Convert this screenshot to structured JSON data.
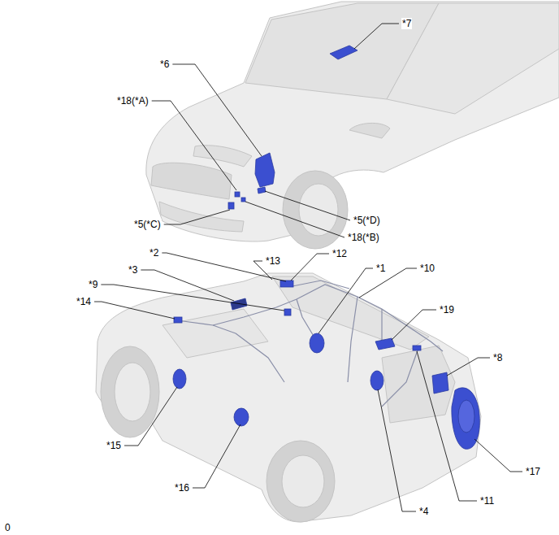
{
  "diagram": {
    "labels": [
      "*7",
      "*6",
      "*18(*A)",
      "*5(*C)",
      "*5(*D)",
      "*18(*B)",
      "*2",
      "*13",
      "*12",
      "*1",
      "*10",
      "*3",
      "*9",
      "*14",
      "*19",
      "*8",
      "*15",
      "*17",
      "*16",
      "*4",
      "*11",
      "0"
    ]
  }
}
